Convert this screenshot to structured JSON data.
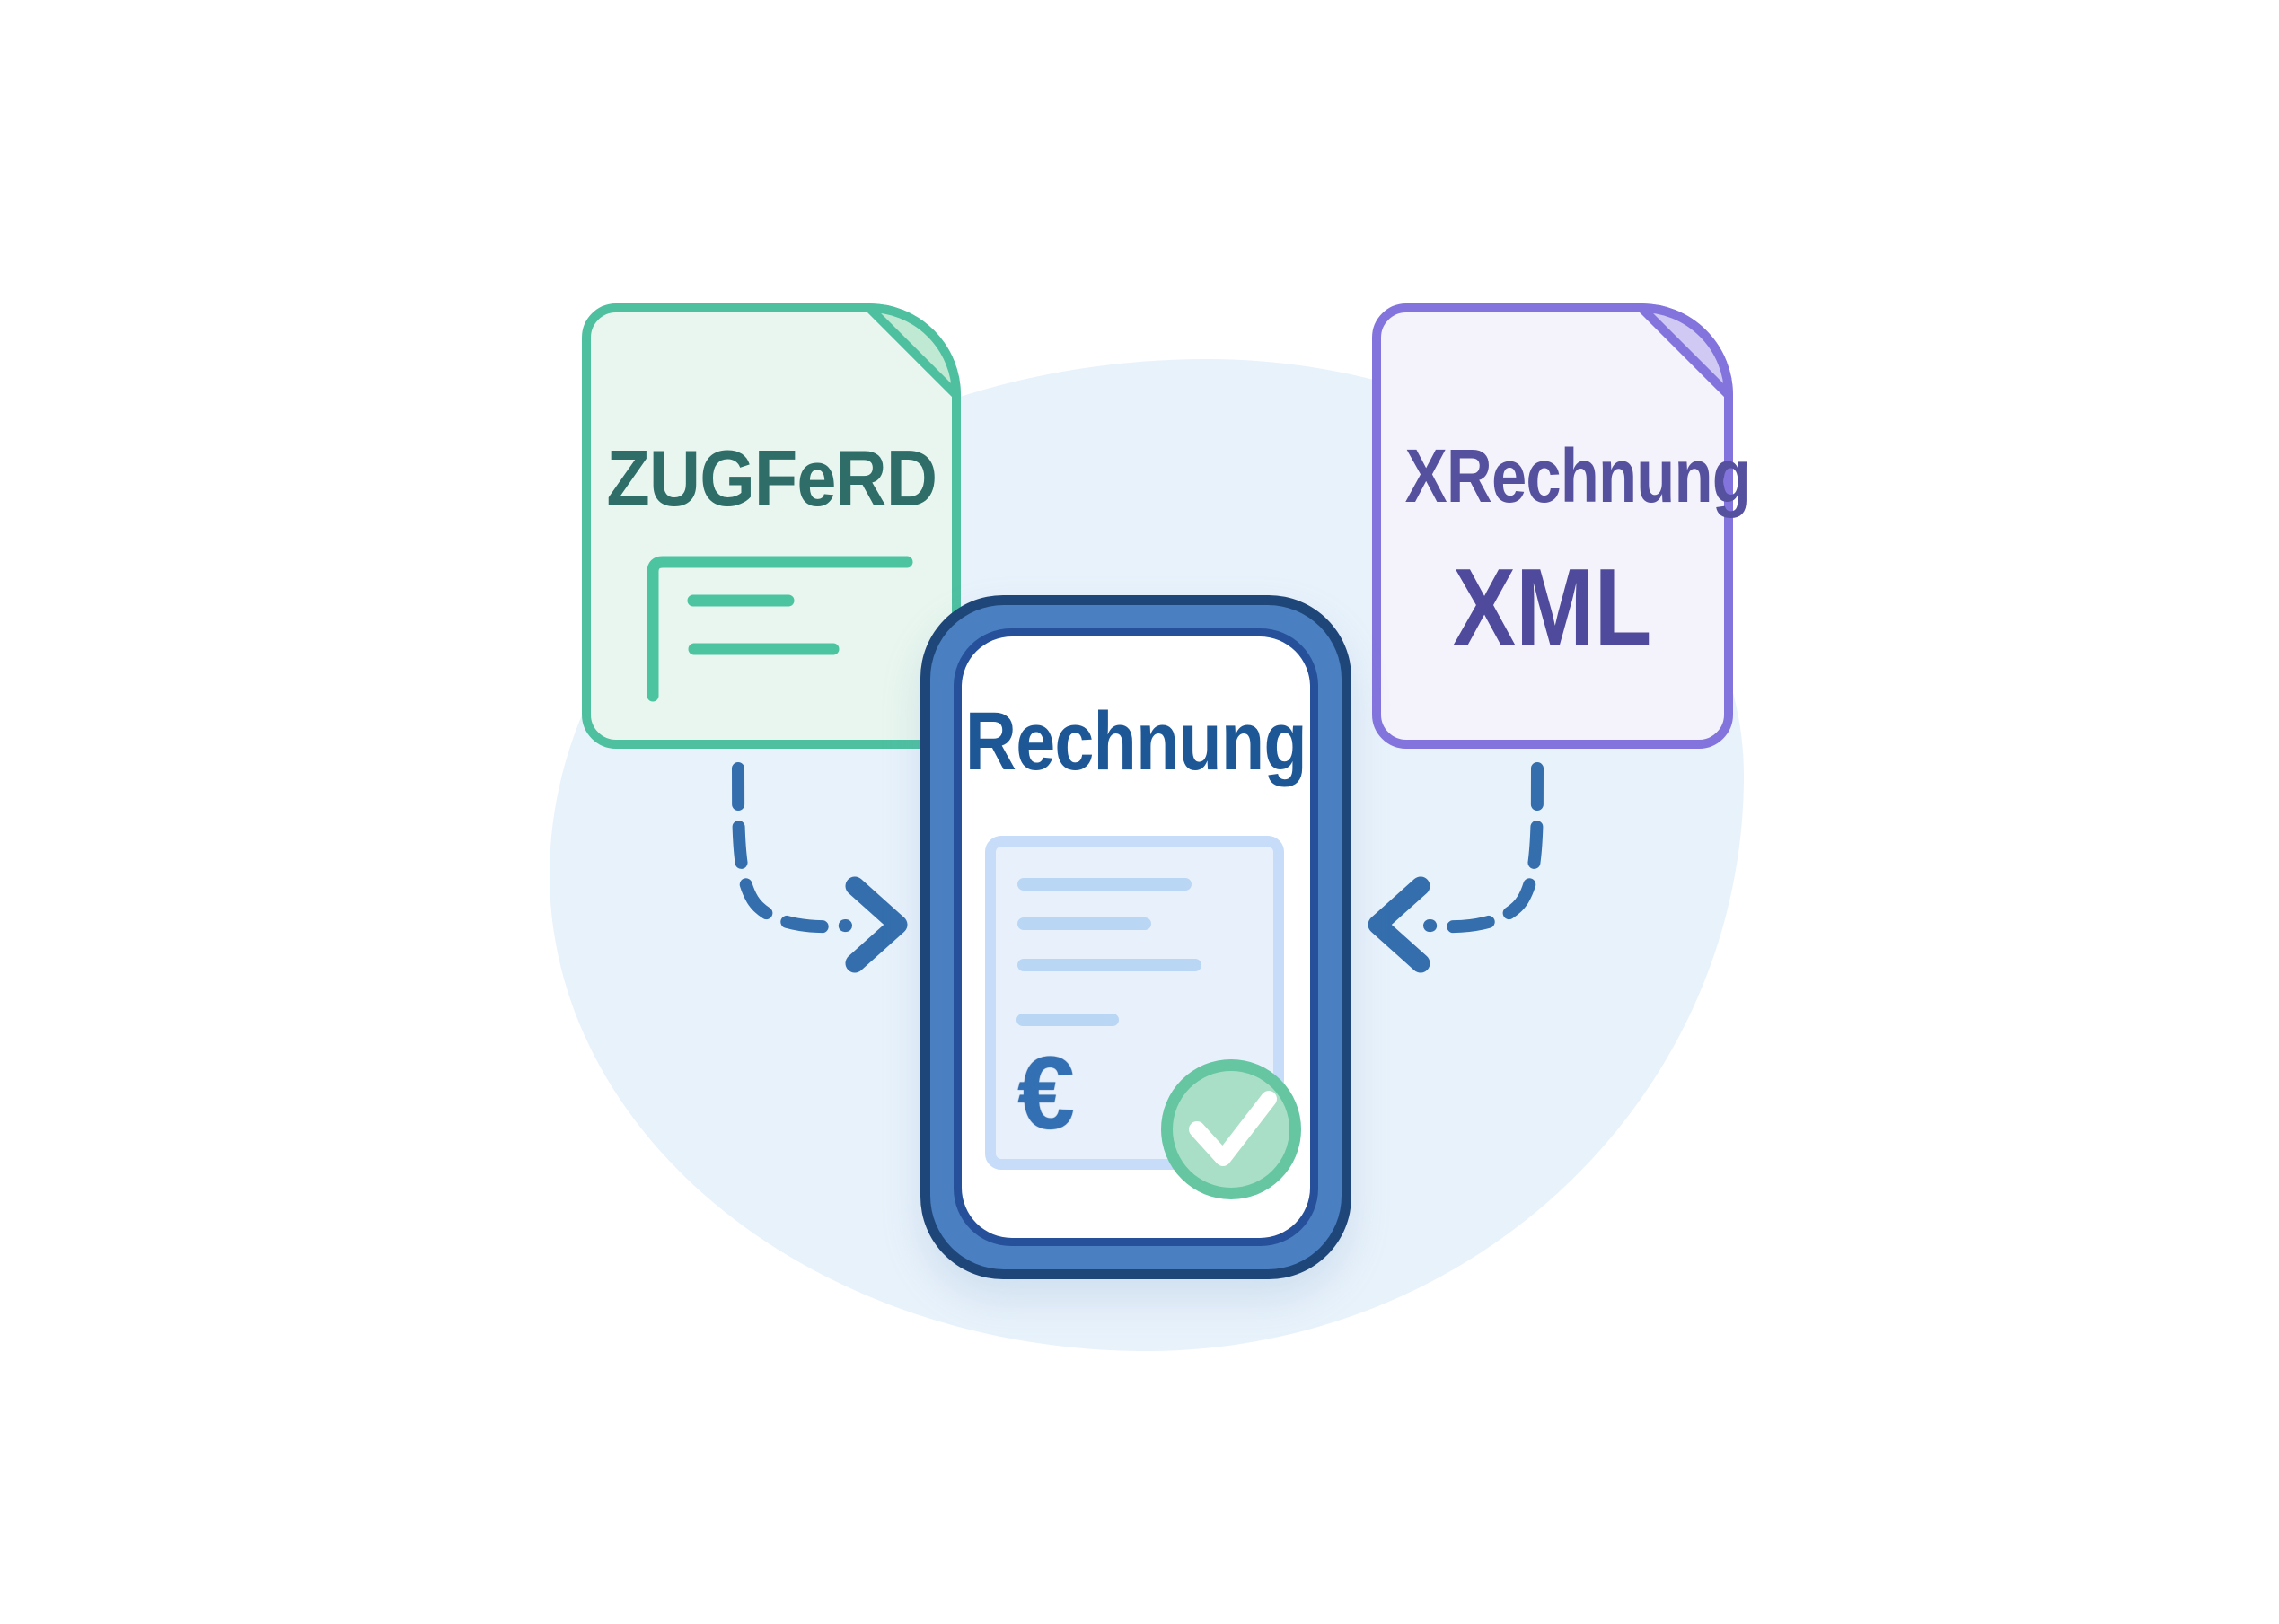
{
  "illustration": {
    "background": {
      "page_color": "#ffffff",
      "blob_color": "#e8f2fb"
    },
    "source_documents": [
      {
        "id": "zugferd",
        "label": "ZUGFeRD",
        "fill": "#e9f6ef",
        "border_color": "#4ec0a0",
        "fold_color": "#c0e9d4",
        "text_color": "#2e6d68",
        "content_icon": "document-outline-lines"
      },
      {
        "id": "xrechnung",
        "label": "XRechnung",
        "sublabel": "XML",
        "fill": "#f4f2fb",
        "border_color": "#8374dd",
        "fold_color": "#d0c9f4",
        "text_color": "#56519f"
      }
    ],
    "phone": {
      "title": "Rechnung",
      "title_color": "#1d5796",
      "frame_color": "#4a7fc2",
      "frame_outline_color": "#1f4678",
      "invoice_panel_color": "#e8f1fb",
      "invoice_line_color": "#b9d6f5",
      "euro_symbol": "€",
      "euro_color": "#3270b3",
      "check_icon": "checkmark",
      "check_ring_color": "#66c6a2",
      "check_fill_color": "#a9dfc6"
    },
    "arrows": {
      "color": "#346ead",
      "style": "dashed",
      "left_arrow_direction": "from ZUGFeRD into phone (points right)",
      "right_arrow_direction": "from XRechnung XML into phone (points left)"
    }
  }
}
